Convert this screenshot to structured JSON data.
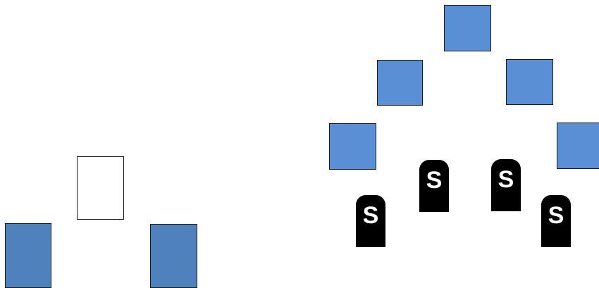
{
  "colors": {
    "block_fill": "#5a8fd6",
    "block_fill_dark": "#4f81bd",
    "block_border": "#1a1a1a",
    "empty_fill": "#ffffff",
    "tombstone_fill": "#000000",
    "tombstone_text": "#ffffff"
  },
  "tombstones": [
    {
      "label": "S"
    },
    {
      "label": "S"
    },
    {
      "label": "S"
    },
    {
      "label": "S"
    }
  ]
}
